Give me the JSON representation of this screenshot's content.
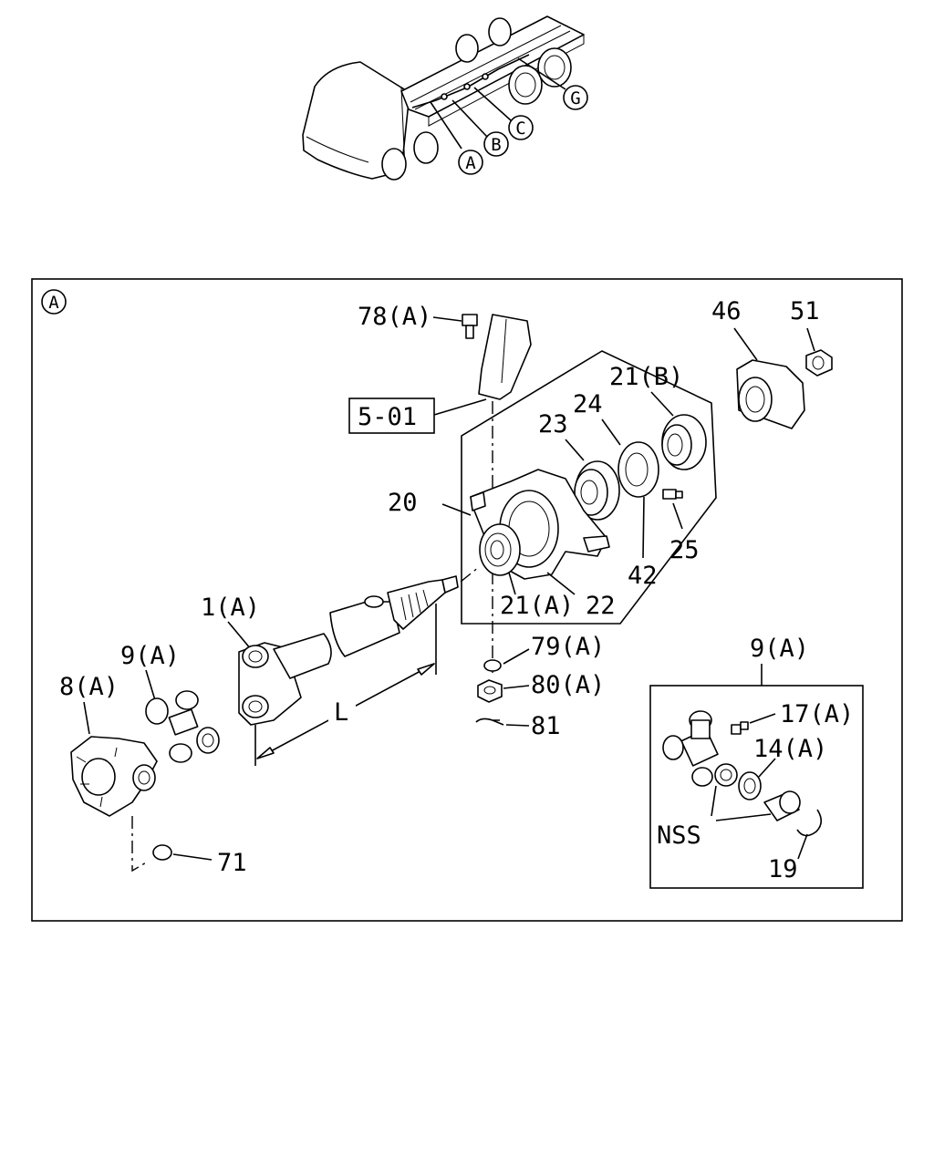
{
  "truck": {
    "refs": [
      "A",
      "B",
      "C",
      "G"
    ]
  },
  "panel": {
    "ref": "A"
  },
  "callouts": {
    "p78a": "78(A)",
    "p501": "5-01",
    "p46": "46",
    "p51": "51",
    "p21b": "21(B)",
    "p23": "23",
    "p24": "24",
    "p20": "20",
    "p25": "25",
    "p42": "42",
    "p21a": "21(A)",
    "p22": "22",
    "p1a": "1(A)",
    "p9a": "9(A)",
    "p8a": "8(A)",
    "pL": "L",
    "p79a": "79(A)",
    "p80a": "80(A)",
    "p81": "81",
    "p71": "71"
  },
  "inset": {
    "title": "9(A)",
    "p17a": "17(A)",
    "p14a": "14(A)",
    "nss": "NSS",
    "p19": "19"
  }
}
